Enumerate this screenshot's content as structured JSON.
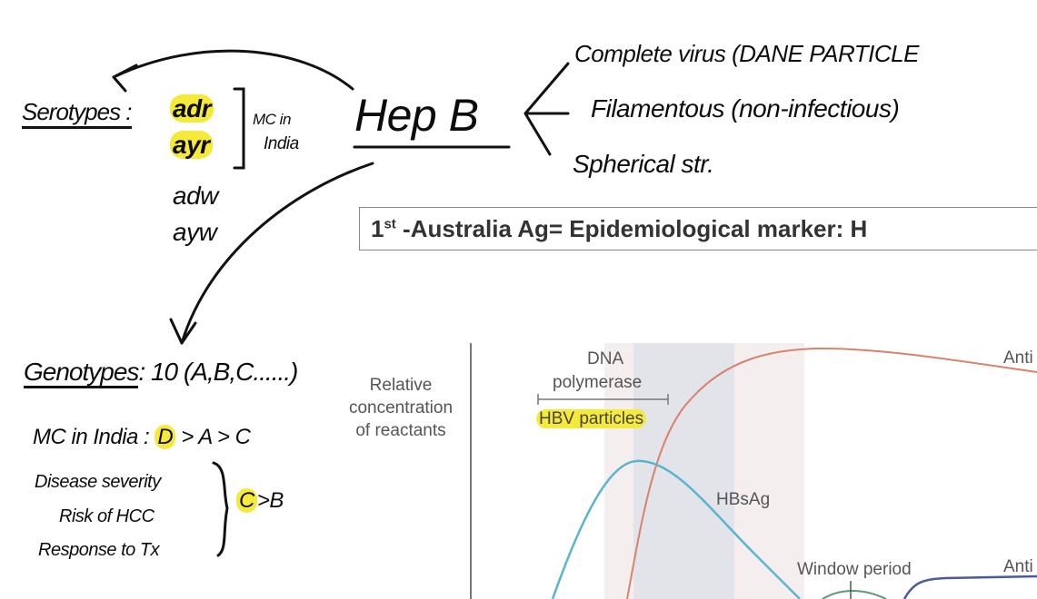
{
  "title": "Hep B",
  "structures": [
    "Complete virus (DANE PARTICLE",
    "Filamentous (non-infectious)",
    "Spherical str."
  ],
  "serotypes": {
    "label": "Serotypes :",
    "items": [
      "adr",
      "ayr",
      "adw",
      "ayw"
    ],
    "mc_note": [
      "MC in",
      "India"
    ]
  },
  "genotypes": {
    "label": "Genotypes",
    "value": ": 10 (A,B,C......)",
    "mc_prefix": "MC in India :",
    "mc_first": "D",
    "mc_rest": "> A > C",
    "factors": [
      "Disease severity",
      "Risk of HCC",
      "Response to Tx"
    ],
    "factor_first": "C",
    "factor_rest": ">B"
  },
  "marker_box": {
    "sup": "st",
    "num": "1",
    "text": " -Australia Ag= Epidemiological marker:  H"
  },
  "chart": {
    "ylabel": [
      "Relative",
      "concentration",
      "of reactants"
    ],
    "labels": {
      "dna": "DNA",
      "polymerase": "polymerase",
      "hbv": "HBV particles",
      "hbsag": "HBsAg",
      "window": "Window period",
      "anti1": "Anti",
      "anti2": "Anti"
    }
  },
  "colors": {
    "highlight": "#f5ea3a",
    "red_curve": "#d9826a",
    "blue_curve": "#5ab4d0",
    "purple_curve": "#4a5a9a",
    "green_curve": "#5a9a7a"
  }
}
